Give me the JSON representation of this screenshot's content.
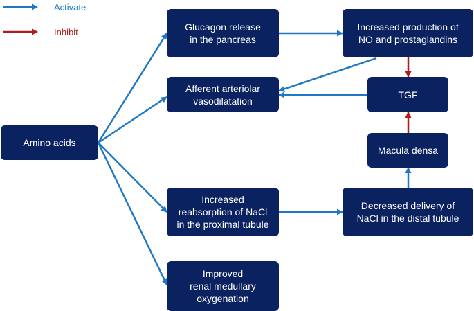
{
  "legend": {
    "activate_label": "Activate",
    "inhibit_label": "Inhibit",
    "activate_color": "#1f78c1",
    "inhibit_color": "#b01c1c"
  },
  "colors": {
    "box_fill": "#0b2260",
    "box_text": "#ffffff"
  },
  "nodes": {
    "amino_acids": "Amino acids",
    "glucagon": "Glucagon release\nin the pancreas",
    "no_prostaglandins": "Increased production of\nNO and prostaglandins",
    "afferent": "Afferent arteriolar\nvasodilatation",
    "tgf": "TGF",
    "macula_densa": "Macula densa",
    "reabsorption": "Increased\nreabsorption of NaCl\nin the proximal tubule",
    "decreased_delivery": "Decreased delivery of\nNaCl in the distal tubule",
    "oxygenation": "Improved\nrenal medullary\noxygenation"
  },
  "edges": [
    {
      "from": "amino_acids",
      "to": "glucagon",
      "type": "activate"
    },
    {
      "from": "amino_acids",
      "to": "afferent",
      "type": "activate"
    },
    {
      "from": "amino_acids",
      "to": "reabsorption",
      "type": "activate"
    },
    {
      "from": "amino_acids",
      "to": "oxygenation",
      "type": "activate"
    },
    {
      "from": "glucagon",
      "to": "no_prostaglandins",
      "type": "activate"
    },
    {
      "from": "no_prostaglandins",
      "to": "afferent",
      "type": "activate"
    },
    {
      "from": "no_prostaglandins",
      "to": "tgf",
      "type": "inhibit"
    },
    {
      "from": "tgf",
      "to": "afferent",
      "type": "activate"
    },
    {
      "from": "reabsorption",
      "to": "decreased_delivery",
      "type": "activate"
    },
    {
      "from": "decreased_delivery",
      "to": "macula_densa",
      "type": "activate"
    },
    {
      "from": "macula_densa",
      "to": "tgf",
      "type": "inhibit"
    }
  ]
}
